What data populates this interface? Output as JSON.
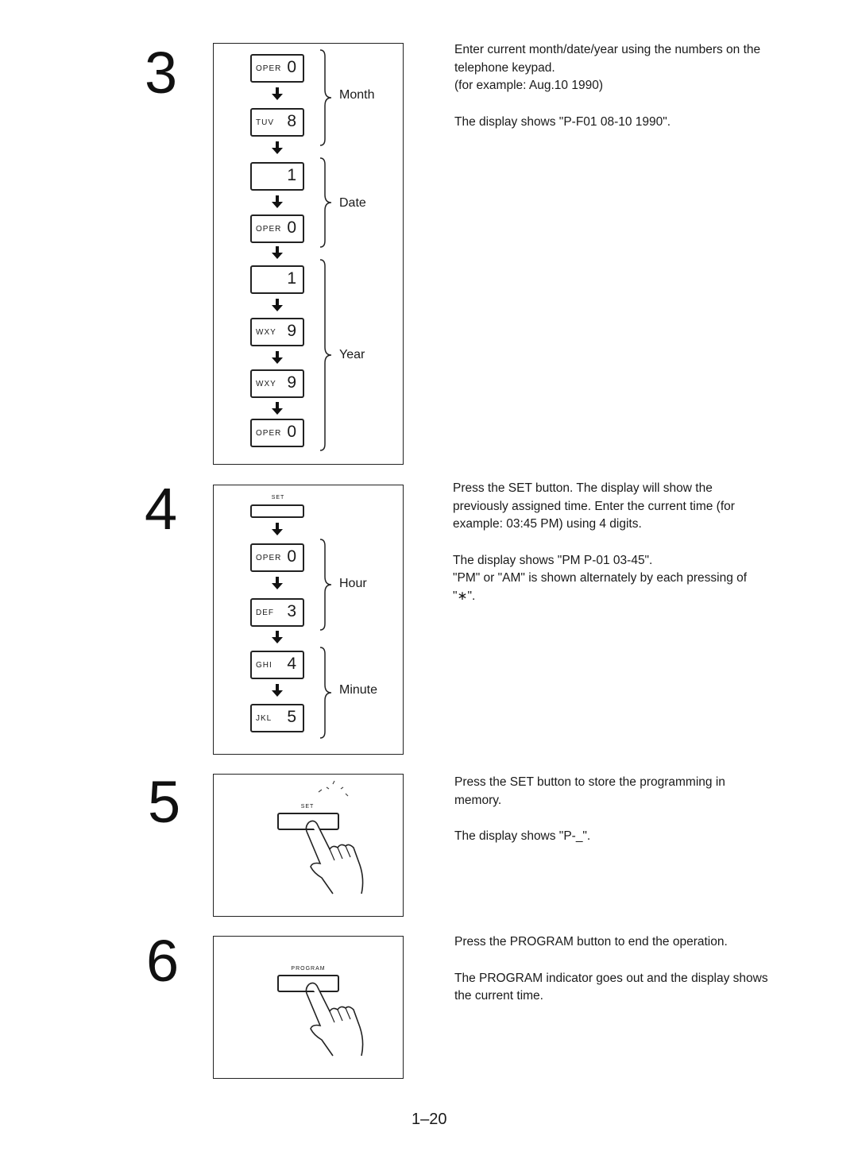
{
  "steps": [
    {
      "number": "3",
      "keys": [
        {
          "letters": "OPER",
          "digit": "0"
        },
        {
          "letters": "TUV",
          "digit": "8"
        },
        {
          "letters": "",
          "digit": "1"
        },
        {
          "letters": "OPER",
          "digit": "0"
        },
        {
          "letters": "",
          "digit": "1"
        },
        {
          "letters": "WXY",
          "digit": "9"
        },
        {
          "letters": "WXY",
          "digit": "9"
        },
        {
          "letters": "OPER",
          "digit": "0"
        }
      ],
      "groups": [
        "Month",
        "Date",
        "Year"
      ],
      "text": [
        "Enter current month/date/year using the numbers on the telephone keypad.",
        "(for example:  Aug.10 1990)",
        "The display shows \"P-F01   08-10   1990\"."
      ]
    },
    {
      "number": "4",
      "set_caption": "SET",
      "keys": [
        {
          "letters": "OPER",
          "digit": "0"
        },
        {
          "letters": "DEF",
          "digit": "3"
        },
        {
          "letters": "GHI",
          "digit": "4"
        },
        {
          "letters": "JKL",
          "digit": "5"
        }
      ],
      "groups": [
        "Hour",
        "Minute"
      ],
      "text": [
        "Press the SET button. The display will show the previously assigned time. Enter the current time (for example:  03:45 PM) using 4 digits.",
        "The display shows \"PM   P-01   03-45\".",
        "\"PM\" or \"AM\" is shown alternately by each pressing of \"∗\"."
      ]
    },
    {
      "number": "5",
      "button_caption": "SET",
      "text": [
        "Press the SET button to store the programming in memory.",
        "The display shows \"P-_\"."
      ]
    },
    {
      "number": "6",
      "button_caption": "PROGRAM",
      "text": [
        "Press the PROGRAM button to end the operation.",
        "The PROGRAM indicator goes out and the display shows the current time."
      ]
    }
  ],
  "page_number": "1–20"
}
